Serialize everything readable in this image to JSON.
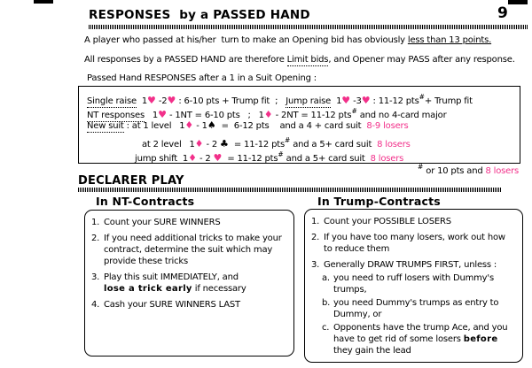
{
  "colors": {
    "accent_pink": "#F2308A",
    "ink": "#000000"
  },
  "chrome": {
    "page_number": "9"
  },
  "header": {
    "title": "RESPONSES  by a PASSED HAND"
  },
  "intro": {
    "l1_pre": "A player who passed at his/her  turn to make an Opening bid has obviously ",
    "l1_underlined": "less than 13 points.",
    "l2_pre": "All responses by a PASSED HAND are therefore ",
    "l2_dotted": "Limit bids",
    "l2_post": ", and Opener may PASS after any response.",
    "l3": "Passed Hand RESPONSES after a 1 in a Suit Opening :"
  },
  "responses": {
    "r1": {
      "label": "Single raise",
      "t1": "  1",
      "h1": "♥",
      "t2": " -2",
      "h2": "♥",
      "t3": " : 6-10 pts + Trump fit  ;   ",
      "label2": "Jump raise",
      "t4": "  1",
      "h3": "♥",
      "t5": " -3",
      "h4": "♥",
      "t6": " : 11-12 pts",
      "sup": "#",
      "t7": "+ Trump fit"
    },
    "r2": {
      "label": "NT responses",
      "t1": "   1",
      "h1": "♥",
      "t2": " - 1NT = 6-10 pts   ;   1",
      "d1": "♦",
      "t3": " - 2NT = 11-12 pts",
      "sup": "#",
      "t4": " and no 4-card major"
    },
    "r3": {
      "label": "New suit",
      "t1": " : at 1 level   1",
      "d1": "♦",
      "t2": " - 1",
      "s1": "♠",
      "t3": "  =  6-12 pts    and a 4 + card suit  ",
      "pink": "8-9 losers"
    },
    "r4": {
      "t1": "at 2 level   1",
      "d1": "♦",
      "t2": " - 2 ",
      "c1": "♣",
      "t3": "  = 11-12 pts",
      "sup": "#",
      "t4": " and a 5+ card suit  ",
      "pink": "8 losers"
    },
    "r5": {
      "t1": "jump shift  1",
      "d1": "♦",
      "t2": " - 2 ",
      "h1": "♥",
      "t3": "  = 11-12 pts",
      "sup": "#",
      "t4": " and a 5+ card suit  ",
      "pink": "8 losers"
    }
  },
  "footnote": {
    "sup": "#",
    "t1": " or 10 pts and ",
    "pink": "8 losers"
  },
  "declarer": {
    "title": "DECLARER PLAY"
  },
  "nt_box": {
    "title": "In NT-Contracts",
    "i1": {
      "num": "1.",
      "text": "Count your SURE WINNERS"
    },
    "i2": {
      "num": "2.",
      "text": "If you need additional tricks to make your\ncontract, determine the suit which may\nprovide these tricks"
    },
    "i3": {
      "num": "3.",
      "pre": "Play this suit IMMEDIATELY, and\n",
      "bold": "lose a trick early",
      "post": " if necessary"
    },
    "i4": {
      "num": "4.",
      "text": "Cash your SURE WINNERS LAST"
    }
  },
  "trump_box": {
    "title": "In Trump-Contracts",
    "i1": {
      "num": "1.",
      "text": "Count your POSSIBLE LOSERS"
    },
    "i2": {
      "num": "2.",
      "text": "If you have too many losers, work out how\nto reduce them"
    },
    "i3": {
      "num": "3.",
      "text": "Generally DRAW TRUMPS FIRST, unless :"
    },
    "sa": {
      "num": "a.",
      "text": "you need to ruff losers with Dummy's\ntrumps,"
    },
    "sb": {
      "num": "b.",
      "text": "you need Dummy's trumps as entry to\nDummy, or"
    },
    "sc": {
      "num": "c.",
      "pre": "Opponents have the trump Ace, and you\nhave to get rid of some losers ",
      "bold": "before",
      "post": "\nthey gain the lead"
    }
  }
}
